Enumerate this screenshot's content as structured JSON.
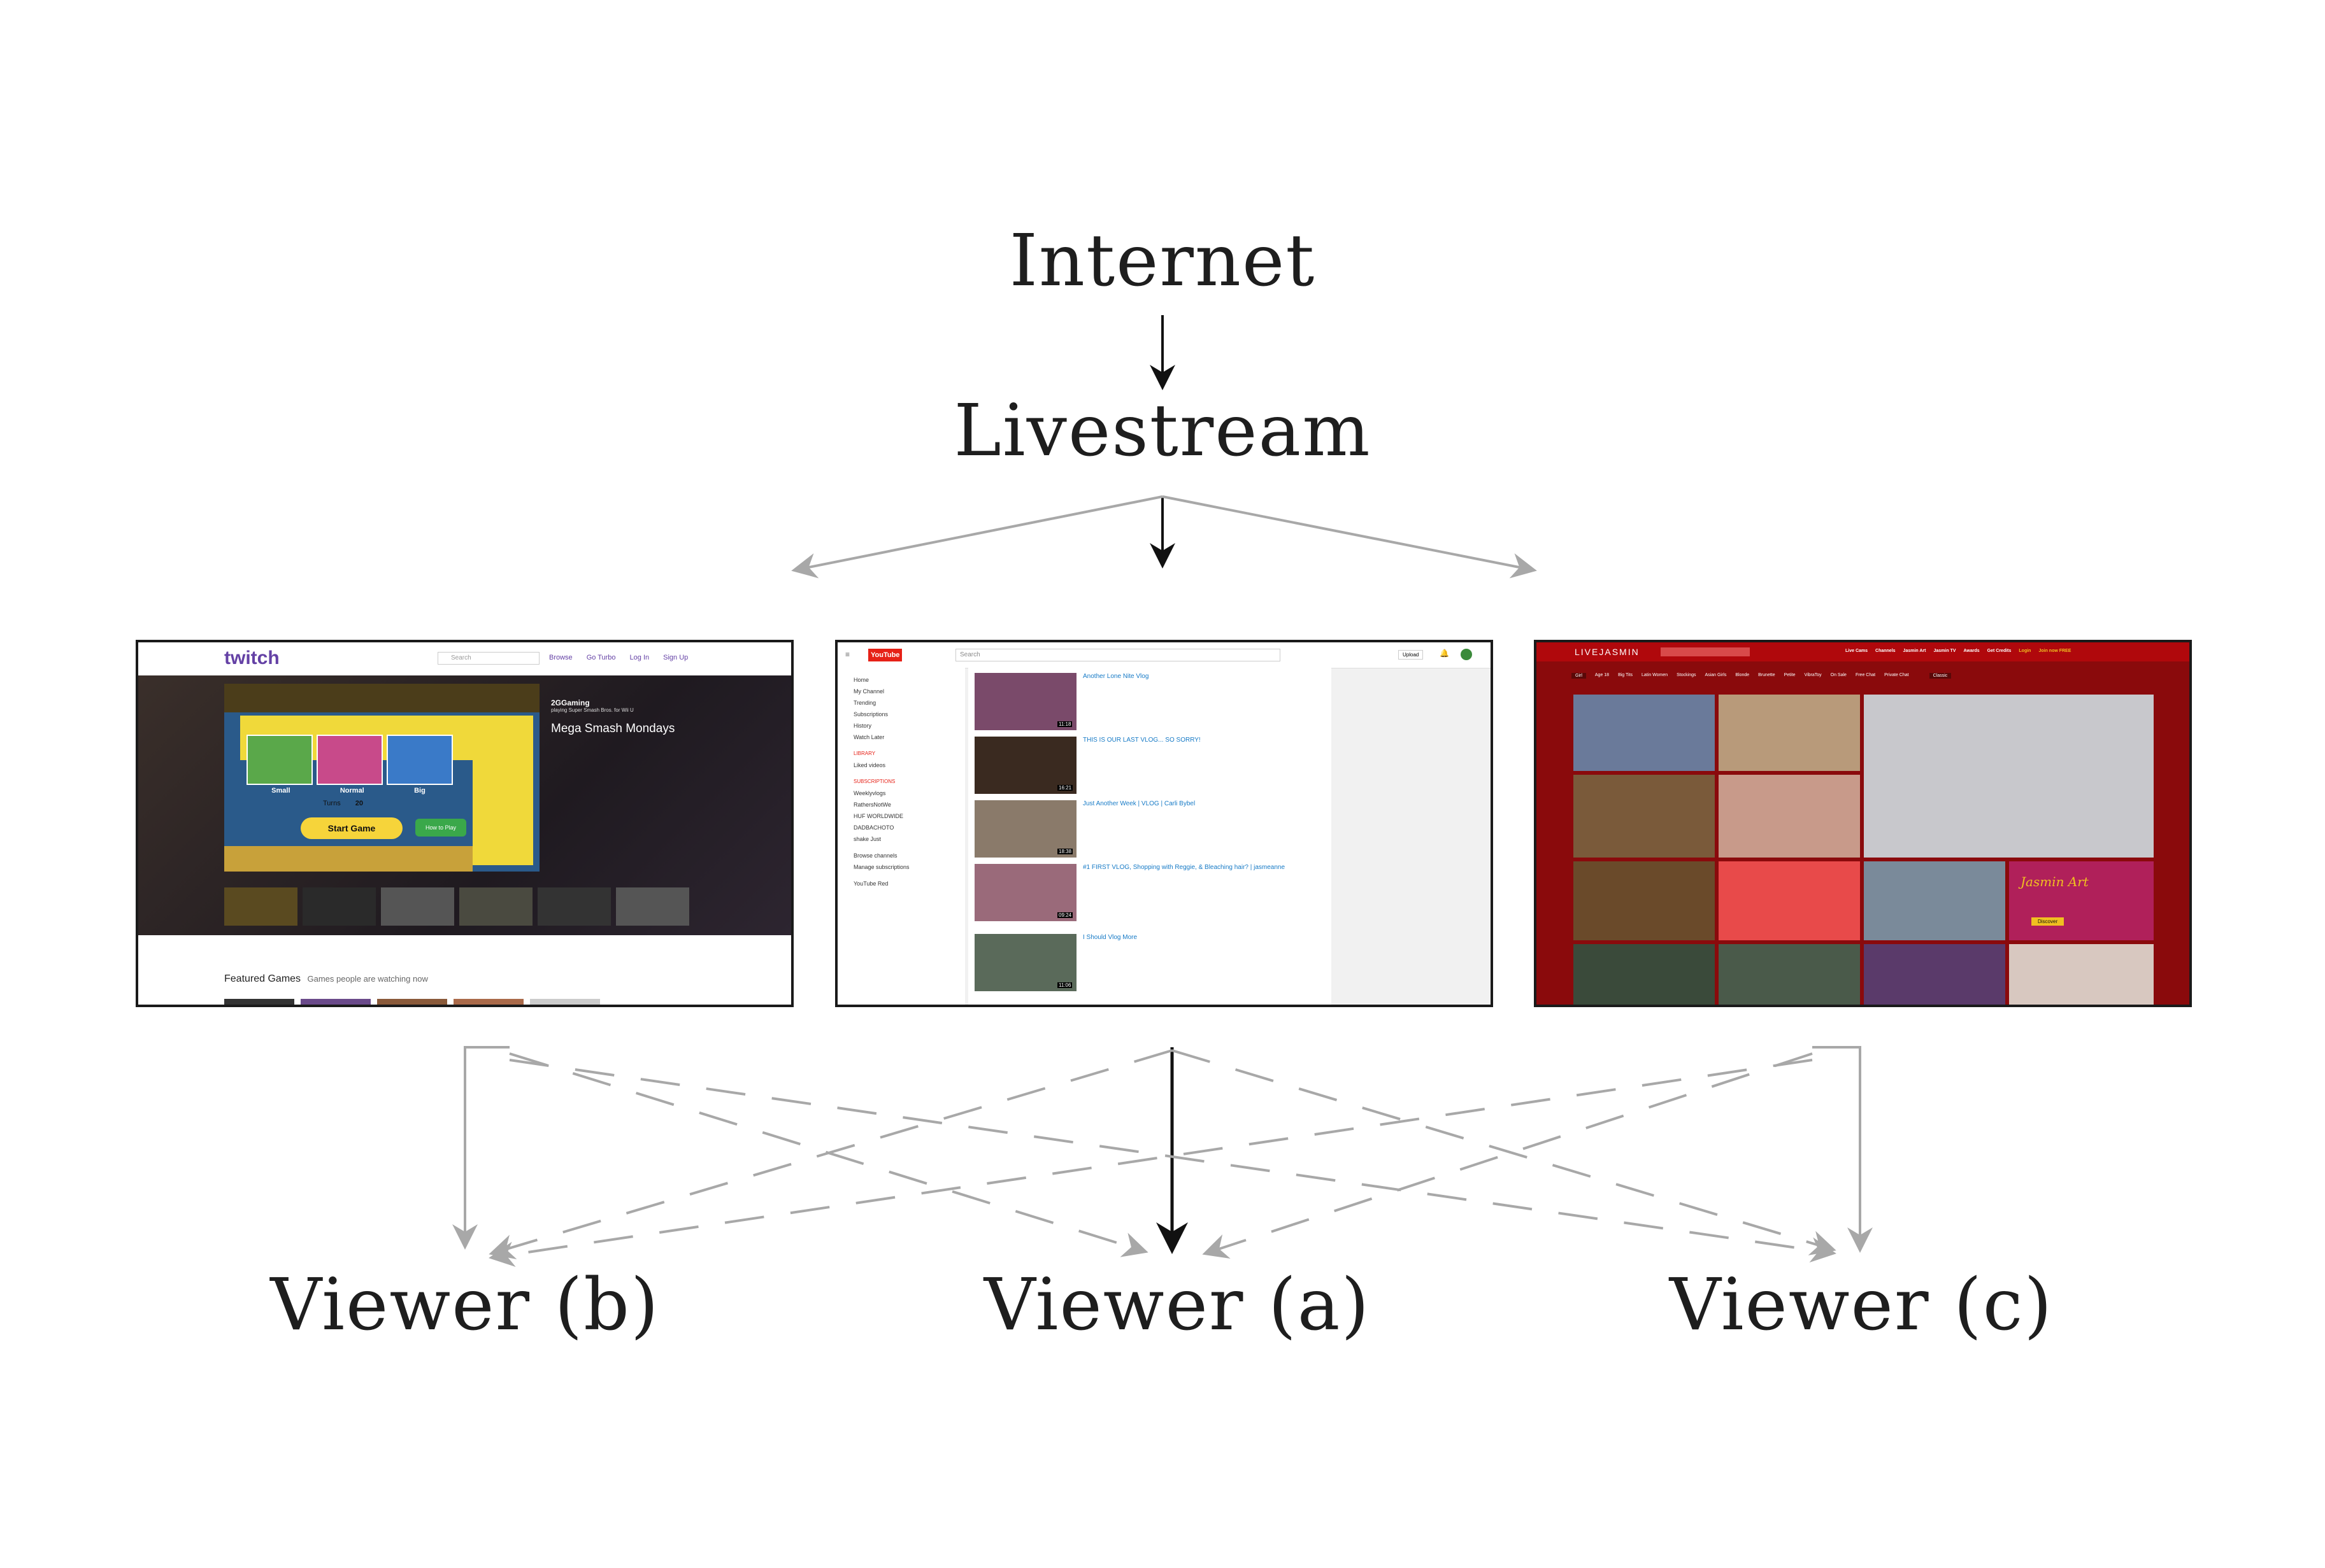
{
  "nodes": {
    "internet": "Internet",
    "livestream": "Livestream",
    "viewer_b": "Viewer (b)",
    "viewer_a": "Viewer (a)",
    "viewer_c": "Viewer (c)"
  },
  "screenshots": {
    "twitch": {
      "logo": "twitch",
      "search": "Search",
      "nav": [
        "Browse",
        "Go Turbo",
        "Log In",
        "Sign Up"
      ],
      "channel": "2GGaming",
      "playing": "playing Super Smash Bros. for Wii U",
      "title": "Mega Smash Mondays",
      "game_tabs": [
        "Small",
        "Normal",
        "Big"
      ],
      "turns_label": "Turns",
      "turns_value": "20",
      "start_button": "Start Game",
      "how_to": "How to Play",
      "featured": "Featured Games",
      "featured_sub": "Games people are watching now"
    },
    "youtube": {
      "logo": "YouTube",
      "search": "Search",
      "upload": "Upload",
      "sidebar": [
        "Home",
        "My Channel",
        "Trending",
        "Subscriptions",
        "History",
        "Watch Later"
      ],
      "library_heading": "LIBRARY",
      "library": [
        "Liked videos"
      ],
      "subscriptions_heading": "SUBSCRIPTIONS",
      "subscriptions": [
        "Weeklyvlogs",
        "RathersNotWe",
        "HUF WORLDWIDE",
        "DADBACHOTO",
        "shake Just"
      ],
      "extra": [
        "Browse channels",
        "Manage subscriptions",
        "YouTube Red"
      ],
      "videos": [
        {
          "title": "Another Lone Nite Vlog",
          "duration": "11:18"
        },
        {
          "title": "THIS IS OUR LAST VLOG... SO SORRY!",
          "duration": "16:21"
        },
        {
          "title": "Just Another Week | VLOG | Carli Bybel",
          "duration": "18:38"
        },
        {
          "title": "#1 FIRST VLOG, Shopping with Reggie, & Bleaching hair? | jasmeanne",
          "duration": "09:24"
        },
        {
          "title": "I Should Vlog More",
          "duration": "11:06"
        }
      ]
    },
    "livejasmin": {
      "logo": "LIVEJASMIN",
      "nav": [
        "Live Cams",
        "Channels",
        "Jasmin Art",
        "Jasmin TV",
        "Awards",
        "Get Credits",
        "Login",
        "Join now FREE"
      ],
      "filters": [
        "Girl",
        "Age 18",
        "Big Tits",
        "Latin Women",
        "Stockings",
        "Asian Girls",
        "Blonde",
        "Brunette",
        "Petite",
        "VibraToy",
        "On Sale",
        "Free Chat",
        "Private Chat",
        "Classic"
      ],
      "art_label": "Jasmin Art",
      "discover": "Discover"
    }
  },
  "colors": {
    "text": "#1e1e1e",
    "arrow_dark": "#111111",
    "arrow_gray": "#a8a8a8",
    "twitch_purple": "#6441a5",
    "youtube_red": "#e62117",
    "livejasmin_red": "#b0080c"
  }
}
